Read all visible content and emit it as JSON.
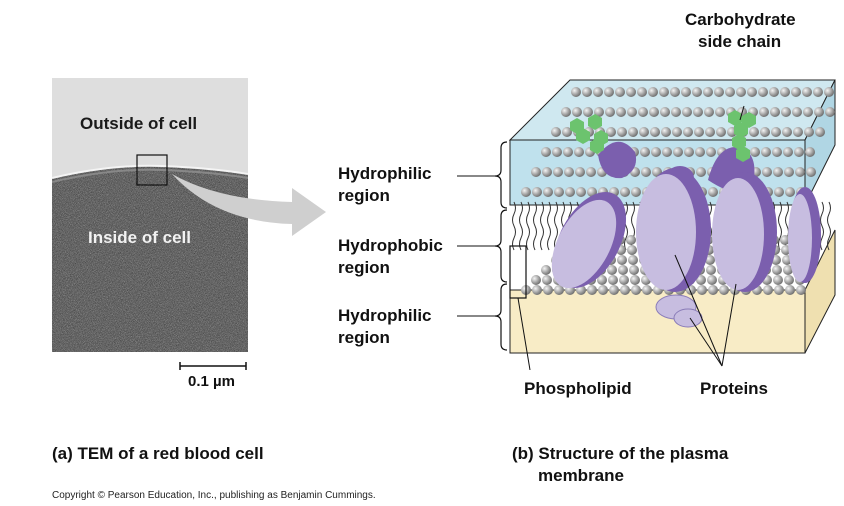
{
  "panel_a": {
    "outside_label": "Outside of cell",
    "inside_label": "Inside of cell",
    "scale_bar": "0.1 µm",
    "caption": "(a) TEM of a red blood cell"
  },
  "panel_b": {
    "carbohydrate_label_line1": "Carbohydrate",
    "carbohydrate_label_line2": "side chain",
    "region_top_line1": "Hydrophilic",
    "region_top_line2": "region",
    "region_middle_line1": "Hydrophobic",
    "region_middle_line2": "region",
    "region_bottom_line1": "Hydrophilic",
    "region_bottom_line2": "region",
    "phospholipid_label": "Phospholipid",
    "proteins_label": "Proteins",
    "caption_line1": "(b) Structure of the plasma",
    "caption_line2": "membrane"
  },
  "copyright": "Copyright © Pearson Education, Inc., publishing as Benjamin Cummings.",
  "colors": {
    "outside_cell": "#c9e6ef",
    "inside_cell": "#f7ebc4",
    "protein_light": "#c7bde0",
    "protein_dark": "#7b5fae",
    "carbohydrate": "#6cc36e",
    "phospholipid_head": "#9a9a9a",
    "arrow": "#c8c8c8"
  }
}
